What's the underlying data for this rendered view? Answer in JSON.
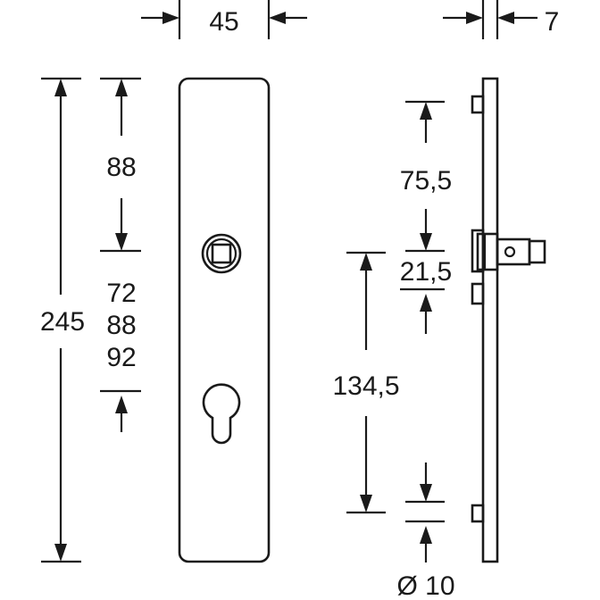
{
  "drawing": {
    "front_view": {
      "width_label": "45",
      "height_label": "245",
      "top_to_spindle_label": "88",
      "spindle_to_cylinder_labels": [
        "72",
        "88",
        "92"
      ]
    },
    "side_view": {
      "thickness_label": "7",
      "top_to_spindle_label": "75,5",
      "spindle_boss_label": "21,5",
      "spindle_to_bottom_label": "134,5",
      "bottom_hole_label": "Ø 10"
    }
  }
}
